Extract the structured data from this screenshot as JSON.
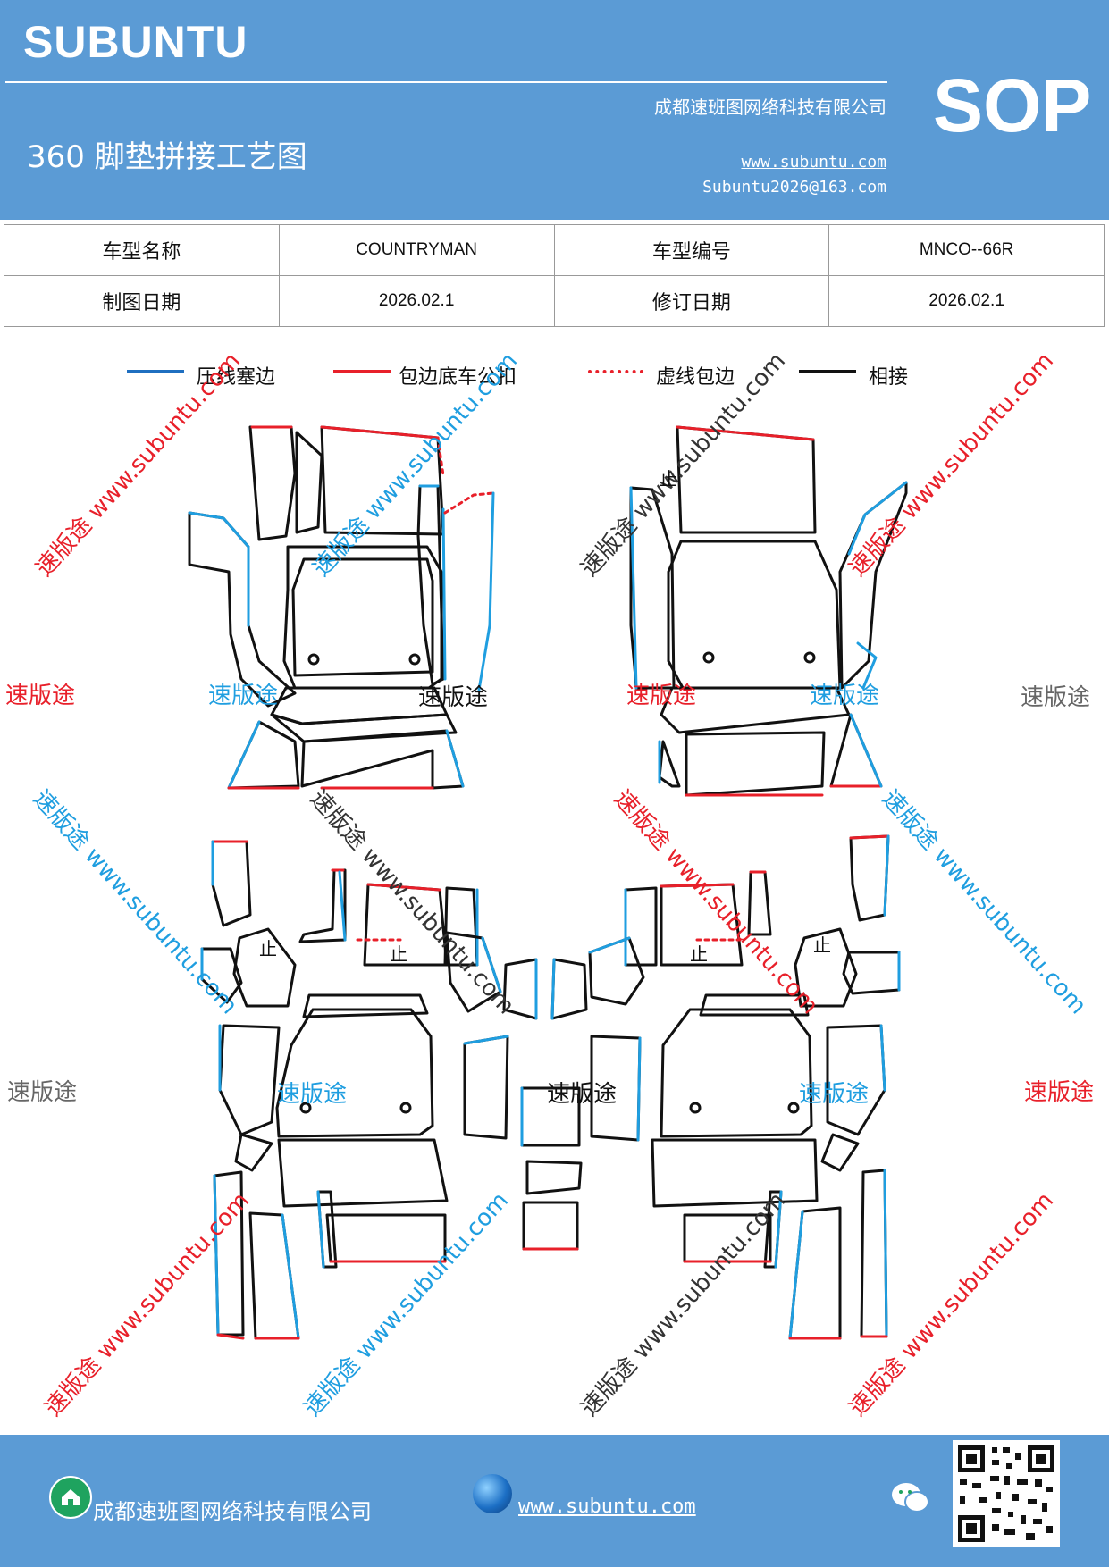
{
  "header": {
    "brand": "SUBUNTU",
    "company": "成都速班图网络科技有限公司",
    "title": "360 脚垫拼接工艺图",
    "website": "www.subuntu.com",
    "email": "Subuntu2026@163.com",
    "tag": "SOP"
  },
  "info": {
    "model_name_label": "车型名称",
    "model_name": "COUNTRYMAN",
    "model_code_label": "车型编号",
    "model_code": "MNCO--66R",
    "draw_date_label": "制图日期",
    "draw_date": "2026.02.1",
    "revise_date_label": "修订日期",
    "revise_date": "2026.02.1"
  },
  "legend": [
    {
      "label": "压线塞边",
      "color": "#1f6fc0",
      "style": "solid"
    },
    {
      "label": "包边底车公扣",
      "color": "#e8202a",
      "style": "solid"
    },
    {
      "label": "虚线包边",
      "color": "#e8202a",
      "style": "dotted"
    },
    {
      "label": "相接",
      "color": "#111111",
      "style": "solid"
    }
  ],
  "watermark": {
    "name": "速版途",
    "url_text": "速版途 www.subuntu.com",
    "up_mark": "止"
  },
  "colors": {
    "blue_edge": "#1f9ee0",
    "red_edge": "#e8202a",
    "black_edge": "#111111",
    "brand": "#5b9bd5"
  },
  "footer": {
    "company": "成都速班图网络科技有限公司",
    "website": "www.subuntu.com",
    "icons": [
      "home-icon",
      "globe-icon",
      "wechat-icon",
      "qr-code"
    ]
  }
}
